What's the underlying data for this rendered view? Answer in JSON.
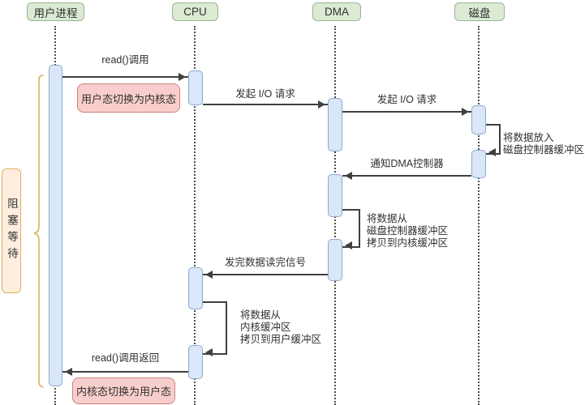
{
  "diagram": {
    "title": "DMA read() I/O sequence diagram",
    "participants": [
      {
        "id": "user",
        "label": "用户进程"
      },
      {
        "id": "cpu",
        "label": "CPU"
      },
      {
        "id": "dma",
        "label": "DMA"
      },
      {
        "id": "disk",
        "label": "磁盘"
      }
    ],
    "messages": {
      "read_call": "read()调用",
      "io_request_1": "发起 I/O 请求",
      "io_request_2": "发起 I/O 请求",
      "disk_self_line1": "将数据放入",
      "disk_self_line2": "磁盘控制器缓冲区",
      "notify_dma": "通知DMA控制器",
      "dma_self_line1": "将数据从",
      "dma_self_line2": "磁盘控制器缓冲区",
      "dma_self_line3": "拷贝到内核缓冲区",
      "read_done_signal": "发完数据读完信号",
      "cpu_self_line1": "将数据从",
      "cpu_self_line2": "内核缓冲区",
      "cpu_self_line3": "拷贝到用户缓冲区",
      "read_return": "read()调用返回"
    },
    "notes": {
      "user_to_kernel": "用户态切换为内核态",
      "kernel_to_user": "内核态切换为用户态",
      "blocking_wait": "阻塞等待"
    },
    "colors": {
      "participant_fill": "#dcead3",
      "participant_border": "#9ab397",
      "activation_fill": "#d9e7f8",
      "activation_border": "#8ea9cb",
      "note_fill": "#f7cecb",
      "note_border": "#cb837d",
      "bracket_fill": "#ffeedd",
      "bracket_border": "#d9b15c",
      "arrow_color": "#3f3f3f",
      "lifeline_color": "#4d4d4d",
      "text_color": "#303030"
    }
  }
}
